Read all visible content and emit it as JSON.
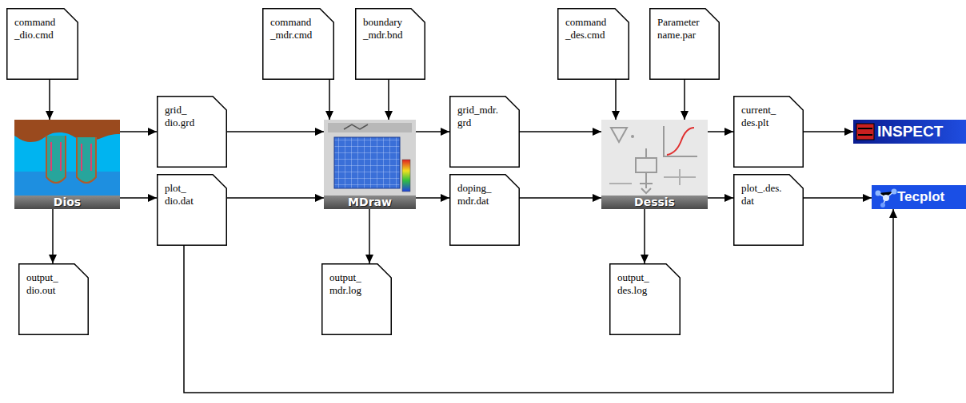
{
  "diagram": {
    "nodes": [
      {
        "text": [
          "command _dio.cmd"
        ]
      },
      {
        "text": [
          "command _mdr.cmd"
        ]
      },
      {
        "text": [
          "boundary _mdr.bnd"
        ]
      },
      {
        "text": [
          "command _des.cmd"
        ]
      },
      {
        "text": [
          "Parameter name.par"
        ]
      },
      {
        "text": [
          "Dios"
        ]
      },
      {
        "text": [
          "grid_ dio.grd"
        ]
      },
      {
        "text": [
          "MDraw"
        ]
      },
      {
        "text": [
          "grid_mdr. grd"
        ]
      },
      {
        "text": [
          "Dessis"
        ]
      },
      {
        "text": [
          "current_ des.plt"
        ]
      },
      {
        "text": [
          "INSPECT"
        ]
      },
      {
        "text": [
          "plot_ dio.dat"
        ]
      },
      {
        "text": [
          "doping_ mdr.dat"
        ]
      },
      {
        "text": [
          "plot_.des. dat"
        ]
      },
      {
        "text": [
          "Tecplot"
        ]
      },
      {
        "text": [
          "output_ dio.out"
        ]
      },
      {
        "text": [
          "output_ mdr.log"
        ]
      },
      {
        "text": [
          "output_ des.log"
        ]
      }
    ],
    "edges": [
      {
        "from": 0,
        "to": 5,
        "arrow": "to"
      },
      {
        "from": 5,
        "to": 6,
        "arrow": "to"
      },
      {
        "from": 5,
        "to": 12,
        "arrow": "to"
      },
      {
        "from": 5,
        "to": 16,
        "arrow": "to"
      },
      {
        "from": 1,
        "to": 7,
        "arrow": "to"
      },
      {
        "from": 2,
        "to": 7,
        "arrow": "to"
      },
      {
        "from": 6,
        "to": 7,
        "arrow": "to"
      },
      {
        "from": 12,
        "to": 7,
        "arrow": "to"
      },
      {
        "from": 7,
        "to": 8,
        "arrow": "to"
      },
      {
        "from": 7,
        "to": 13,
        "arrow": "to"
      },
      {
        "from": 7,
        "to": 17,
        "arrow": "to"
      },
      {
        "from": 3,
        "to": 9,
        "arrow": "to"
      },
      {
        "from": 4,
        "to": 9,
        "arrow": "to"
      },
      {
        "from": 8,
        "to": 9,
        "arrow": "to"
      },
      {
        "from": 13,
        "to": 9,
        "arrow": "to"
      },
      {
        "from": 9,
        "to": 10,
        "arrow": "to"
      },
      {
        "from": 9,
        "to": 14,
        "arrow": "to"
      },
      {
        "from": 9,
        "to": 18,
        "arrow": "to"
      },
      {
        "from": 10,
        "to": 11,
        "arrow": "to"
      },
      {
        "from": 14,
        "to": 15,
        "arrow": "to"
      },
      {
        "from": 12,
        "to": 15,
        "arrow": "to"
      }
    ]
  }
}
